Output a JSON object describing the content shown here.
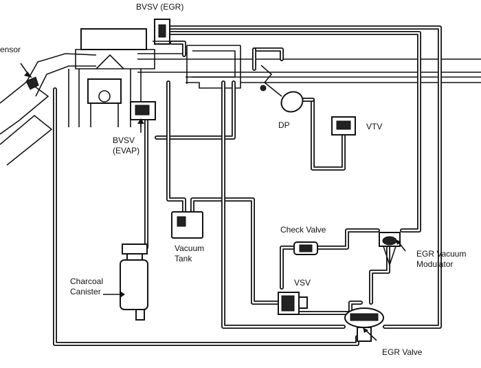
{
  "labels": {
    "bvsv_egr": "BVSV (EGR)",
    "sensor": "ensor",
    "bvsv_evap_line1": "BVSV",
    "bvsv_evap_line2": "(EVAP)",
    "dp": "DP",
    "vtv": "VTV",
    "vacuum_tank_line1": "Vacuum",
    "vacuum_tank_line2": "Tank",
    "check_valve": "Check Valve",
    "egr_vacuum_modulator_line1": "EGR Vacuum",
    "egr_vacuum_modulator_line2": "Modulator",
    "charcoal_canister_line1": "Charcoal",
    "charcoal_canister_line2": "Canister",
    "vsv": "VSV",
    "egr_valve": "EGR Valve"
  }
}
